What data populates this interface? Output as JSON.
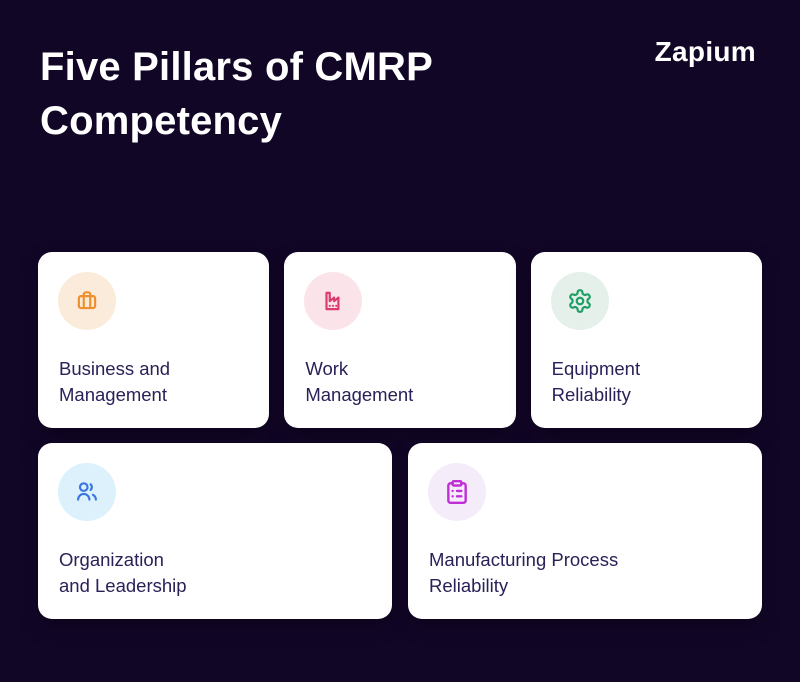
{
  "page": {
    "background_color": "#120627",
    "card_background": "#ffffff",
    "title_color": "#ffffff",
    "card_text_color": "#2a2158"
  },
  "header": {
    "title_line1": "Five Pillars of CMRP",
    "title_line2": "Competency",
    "logo_text": "Zapium"
  },
  "cards": [
    {
      "icon": "briefcase-icon",
      "tint": "#FBEBDA",
      "accent": "#EE8F2D",
      "label_lines": [
        "Business and",
        "Management"
      ]
    },
    {
      "icon": "factory-icon",
      "tint": "#FBE3EA",
      "accent": "#DD3A6E",
      "label_lines": [
        "Work",
        "Management"
      ]
    },
    {
      "icon": "gear-icon",
      "tint": "#E4F0E9",
      "accent": "#1E9E66",
      "label_lines": [
        "Equipment",
        "Reliability"
      ]
    },
    {
      "icon": "users-icon",
      "tint": "#DCF1FB",
      "accent": "#3B76E0",
      "label_lines": [
        "Organization",
        "and Leadership"
      ]
    },
    {
      "icon": "clipboard-list-icon",
      "tint": "#F5ECFA",
      "accent": "#C02ED6",
      "label_lines": [
        "Manufacturing Process",
        "Reliability"
      ]
    }
  ]
}
